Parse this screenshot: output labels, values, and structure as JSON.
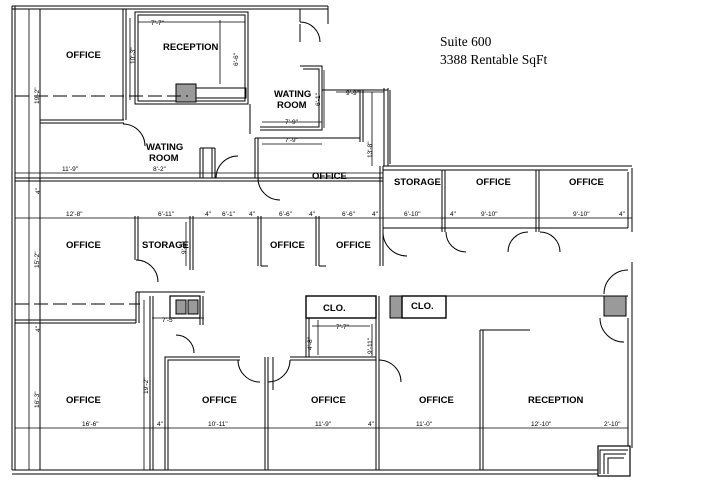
{
  "header": {
    "suite": "Suite 600",
    "area": "3388 Rentable SqFt"
  },
  "rooms": [
    {
      "id": "office-nw",
      "label": "OFFICE"
    },
    {
      "id": "reception-top",
      "label": "RECEPTION"
    },
    {
      "id": "waiting-right",
      "label_line1": "WATING",
      "label_line2": "ROOM"
    },
    {
      "id": "waiting-left",
      "label_line1": "WATING",
      "label_line2": "ROOM"
    },
    {
      "id": "office-center",
      "label": "OFFICE"
    },
    {
      "id": "storage-east",
      "label": "STORAGE"
    },
    {
      "id": "office-east-1",
      "label": "OFFICE"
    },
    {
      "id": "office-east-2",
      "label": "OFFICE"
    },
    {
      "id": "office-west-mid",
      "label": "OFFICE"
    },
    {
      "id": "storage-mid",
      "label": "STORAGE"
    },
    {
      "id": "office-mid-1",
      "label": "OFFICE"
    },
    {
      "id": "office-mid-2",
      "label": "OFFICE"
    },
    {
      "id": "closet-1",
      "label": "CLO."
    },
    {
      "id": "closet-2",
      "label": "CLO."
    },
    {
      "id": "office-sw",
      "label": "OFFICE"
    },
    {
      "id": "office-s-1",
      "label": "OFFICE"
    },
    {
      "id": "office-s-2",
      "label": "OFFICE"
    },
    {
      "id": "office-s-3",
      "label": "OFFICE"
    },
    {
      "id": "reception-bottom",
      "label": "RECEPTION"
    }
  ],
  "dimensions": {
    "d1": "7'-7\"",
    "d2": "10'-3\"",
    "d3": "6'-6\"",
    "d4": "19'-2\"",
    "d5": "6'-1\"",
    "d6": "7'-9\"",
    "d7": "7'-9\"",
    "d8": "9'-9\"",
    "d9": "13'-8\"",
    "d10": "11'-9\"",
    "d11": "8'-2\"",
    "d12": "4\"",
    "d13": "12'-8\"",
    "d14": "6'-11\"",
    "d15": "4\"",
    "d16": "6'-1\"",
    "d17": "4\"",
    "d18": "6'-6\"",
    "d19": "4\"",
    "d20": "6'-6\"",
    "d21": "4\"",
    "d22": "6'-10\"",
    "d23": "4\"",
    "d24": "9'-10\"",
    "d25": "9'-10\"",
    "d26": "4\"",
    "d27": "15'-2\"",
    "d28": "9'-3\"",
    "d29": "7'-5\"",
    "d30": "7'-7\"",
    "d31": "4'-8\"",
    "d32": "9'-11\"",
    "d33": "4\"",
    "d34": "16'-3\"",
    "d35": "19'-2\"",
    "d36": "16'-6\"",
    "d37": "4\"",
    "d38": "10'-11\"",
    "d39": "11'-9\"",
    "d40": "4\"",
    "d41": "11'-0\"",
    "d42": "12'-10\"",
    "d43": "2'-10\""
  }
}
